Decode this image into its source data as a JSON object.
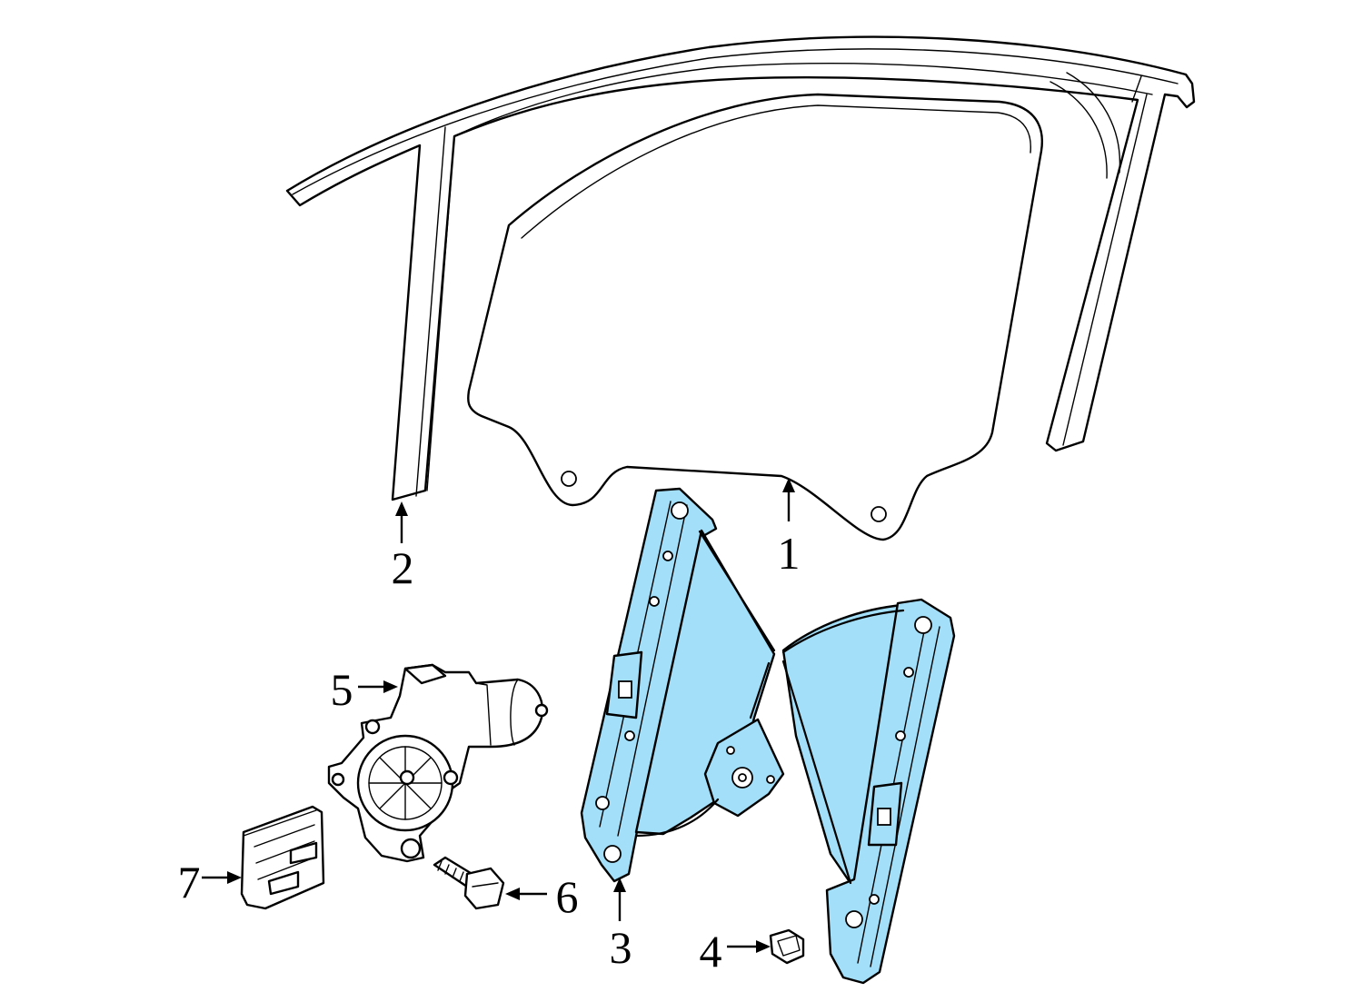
{
  "colors": {
    "highlight": "#a3dff8",
    "outline": "#000000",
    "background": "#ffffff"
  },
  "callouts": [
    {
      "number": "1",
      "part": "glass"
    },
    {
      "number": "2",
      "part": "run-channel"
    },
    {
      "number": "3",
      "part": "window-regulator"
    },
    {
      "number": "4",
      "part": "nut"
    },
    {
      "number": "5",
      "part": "window-motor"
    },
    {
      "number": "6",
      "part": "bolt"
    },
    {
      "number": "7",
      "part": "control-module"
    }
  ]
}
